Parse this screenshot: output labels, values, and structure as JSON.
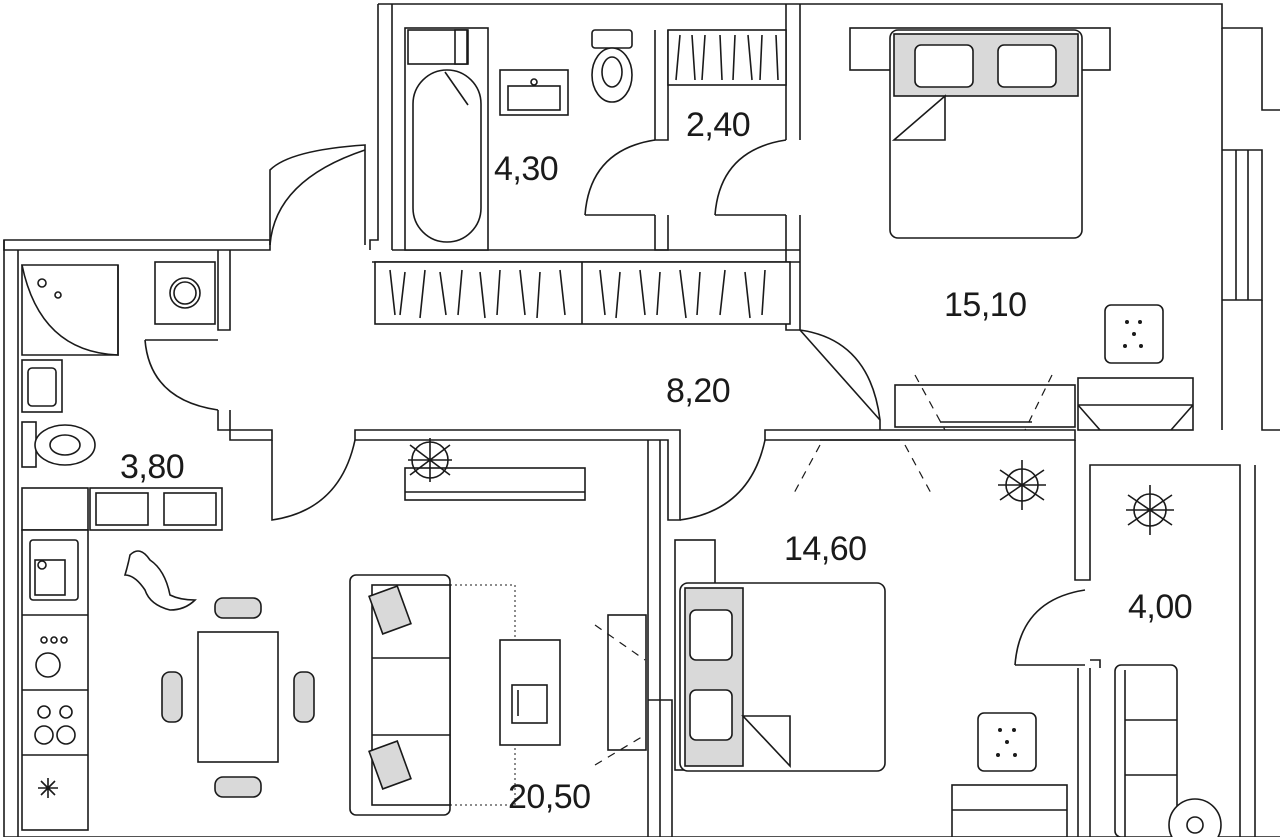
{
  "rooms": [
    {
      "id": "bathroom",
      "area": "4,30"
    },
    {
      "id": "wc",
      "area": "2,40"
    },
    {
      "id": "bedroom-1",
      "area": "15,10"
    },
    {
      "id": "hallway",
      "area": "8,20"
    },
    {
      "id": "shower-room",
      "area": "3,80"
    },
    {
      "id": "bedroom-2",
      "area": "14,60"
    },
    {
      "id": "balcony",
      "area": "4,00"
    },
    {
      "id": "living-kitchen",
      "area": "20,50"
    }
  ],
  "colors": {
    "line": "#1a1a1a",
    "fill": "#ffffff",
    "furniture_grey": "#d9d9d9"
  }
}
